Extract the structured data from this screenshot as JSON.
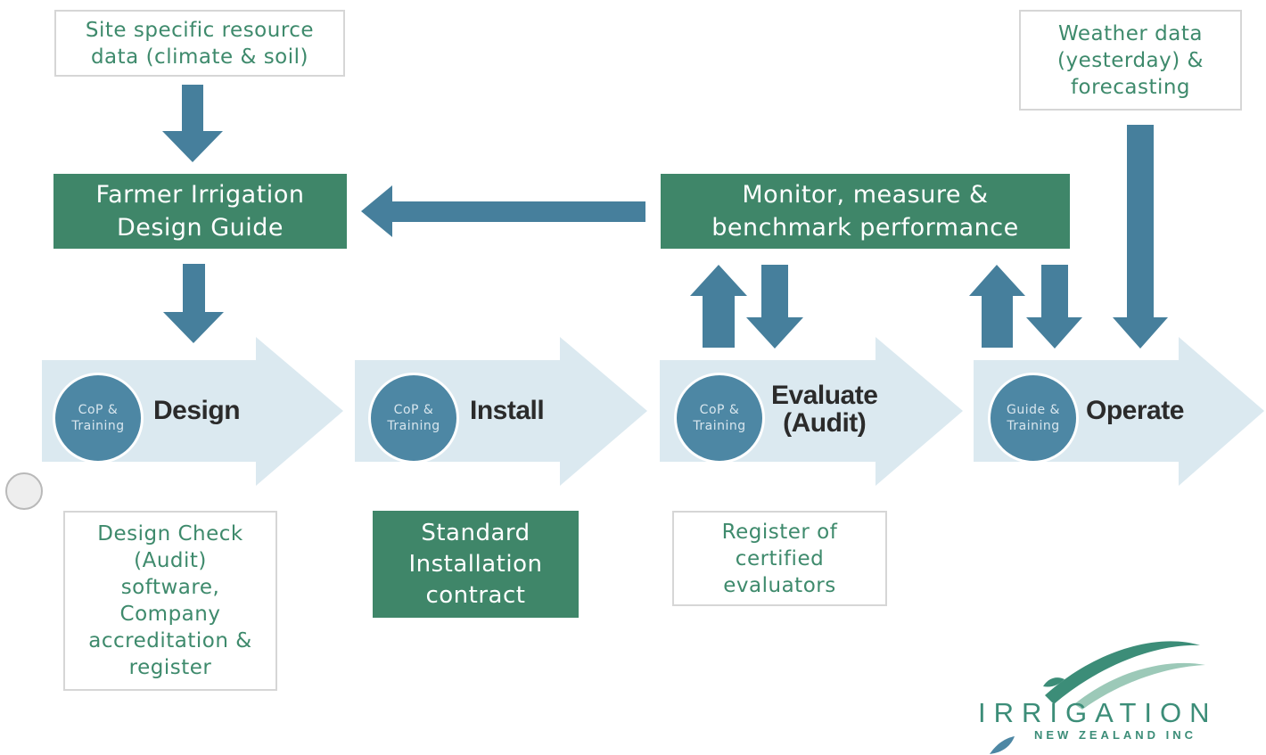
{
  "inputs": {
    "site_data": "Site specific resource\ndata (climate & soil)",
    "weather_data": "Weather data\n(yesterday) &\nforecasting"
  },
  "guide": {
    "label": "Farmer Irrigation\nDesign Guide"
  },
  "monitor": {
    "label": "Monitor, measure &\nbenchmark performance"
  },
  "stages": [
    {
      "name": "Design",
      "badge": "CoP &\nTraining"
    },
    {
      "name": "Install",
      "badge": "CoP &\nTraining"
    },
    {
      "name": "Evaluate\n(Audit)",
      "badge": "CoP &\nTraining"
    },
    {
      "name": "Operate",
      "badge": "Guide &\nTraining"
    }
  ],
  "outputs": {
    "design_check": "Design Check\n(Audit)\nsoftware,\nCompany\naccreditation &\nregister",
    "installation_contract": "Standard\nInstallation\ncontract",
    "evaluators_register": "Register of\ncertified\nevaluators"
  },
  "logo": {
    "name": "IRRIGATION",
    "subtitle": "NEW ZEALAND INC"
  },
  "colors": {
    "green": "#3f8669",
    "arrow_blue": "#467f9c",
    "chevron": "#dbe9f0",
    "badge": "#4d87a4",
    "outline_text": "#3e8a6c"
  }
}
